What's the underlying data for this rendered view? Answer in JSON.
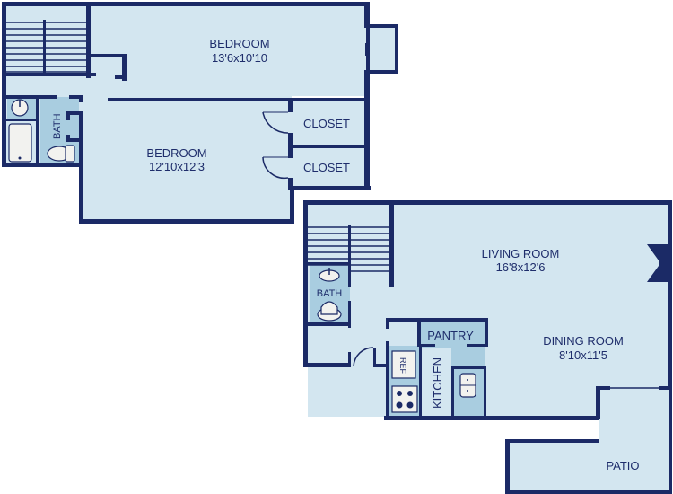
{
  "floor_plan": {
    "upper_floor": {
      "rooms": [
        {
          "name": "BEDROOM",
          "size": "13'6x10'10"
        },
        {
          "name": "BEDROOM",
          "size": "12'10x12'3"
        },
        {
          "name": "CLOSET"
        },
        {
          "name": "CLOSET"
        },
        {
          "name": "BATH"
        }
      ]
    },
    "lower_floor": {
      "rooms": [
        {
          "name": "LIVING ROOM",
          "size": "16'8x12'6"
        },
        {
          "name": "DINING ROOM",
          "size": "8'10x11'5"
        },
        {
          "name": "PANTRY"
        },
        {
          "name": "KITCHEN"
        },
        {
          "name": "BATH"
        },
        {
          "name": "PATIO"
        }
      ],
      "appliances": {
        "ref": "REF"
      }
    }
  },
  "colors": {
    "wall": "#1b2a66",
    "room_fill": "#d3e6f0",
    "wet_area_fill": "#a9cde0",
    "fixture_fill": "#f2f2ef"
  }
}
